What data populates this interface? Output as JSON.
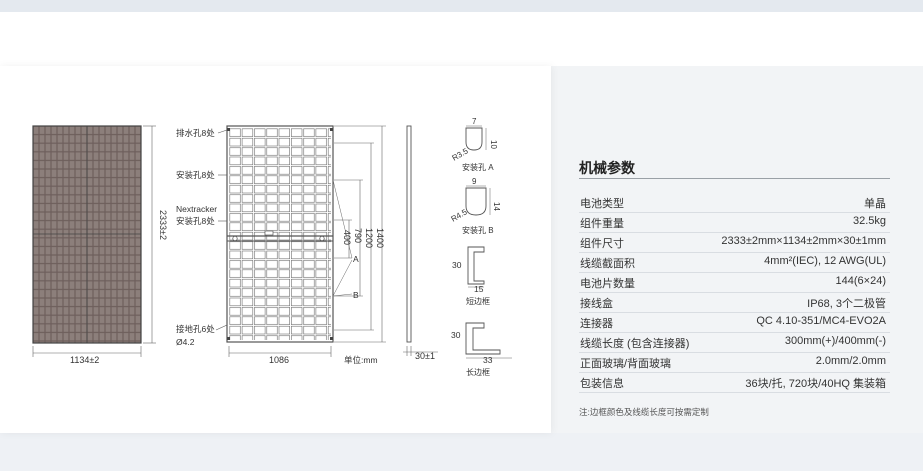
{
  "drawing": {
    "drain_holes": "排水孔8处",
    "mount_holes": "安装孔8处",
    "nextracker_holes_1": "Nextracker",
    "nextracker_holes_2": "安装孔8处",
    "ground_holes": "接地孔6处",
    "ground_dia": "Ø4.2",
    "dim_height": "2333±2",
    "dim_width": "1134±2",
    "dim_inner": "1086",
    "dim_1400": "1400",
    "dim_1200": "1200",
    "dim_790": "790",
    "dim_400": "400",
    "label_a": "A",
    "label_b": "B",
    "unit": "单位:mm",
    "dim_thickness": "30±1",
    "hole_a_r": "R3.5",
    "hole_a_w": "7",
    "hole_a_h": "10",
    "hole_a_label": "安装孔 A",
    "hole_b_r": "R4.5",
    "hole_b_w": "9",
    "hole_b_h": "14",
    "hole_b_label": "安装孔 B",
    "short_h": "30",
    "short_w": "15",
    "short_label": "短边框",
    "long_h": "30",
    "long_w": "33",
    "long_label": "长边框"
  },
  "params": {
    "title": "机械参数",
    "rows": [
      {
        "label": "电池类型",
        "value": "单晶"
      },
      {
        "label": "组件重量",
        "value": "32.5kg"
      },
      {
        "label": "组件尺寸",
        "value": "2333±2mm×1134±2mm×30±1mm"
      },
      {
        "label": "线缆截面积",
        "value": "4mm²(IEC), 12 AWG(UL)"
      },
      {
        "label": "电池片数量",
        "value": "144(6×24)"
      },
      {
        "label": "接线盒",
        "value": "IP68, 3个二极管"
      },
      {
        "label": "连接器",
        "value": "QC 4.10-351/MC4-EVO2A"
      },
      {
        "label": "线缆长度 (包含连接器)",
        "value": "300mm(+)/400mm(-)"
      },
      {
        "label": "正面玻璃/背面玻璃",
        "value": "2.0mm/2.0mm"
      },
      {
        "label": "包装信息",
        "value": "36块/托, 720块/40HQ 集装箱"
      }
    ],
    "note": "注:边框颜色及线缆长度可按需定制"
  }
}
